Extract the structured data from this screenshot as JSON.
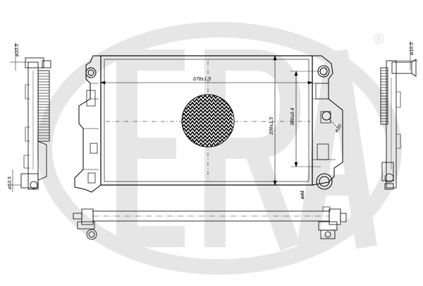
{
  "brand": {
    "logo_text": "ERA",
    "registered_mark": "®",
    "watermark_color": "#e6e6e6"
  },
  "dimensions": {
    "width": "678±1.5",
    "height": "398±1.5",
    "core_height": "366±0.4",
    "top_pipe_left": "ø10.5",
    "top_pipe_right": "ø10.5",
    "bottom_pipe": "ø53.5",
    "side_outlet": "ø20",
    "bottom_outlet": "ø44"
  },
  "colors": {
    "line": "#000000",
    "background": "#ffffff"
  }
}
